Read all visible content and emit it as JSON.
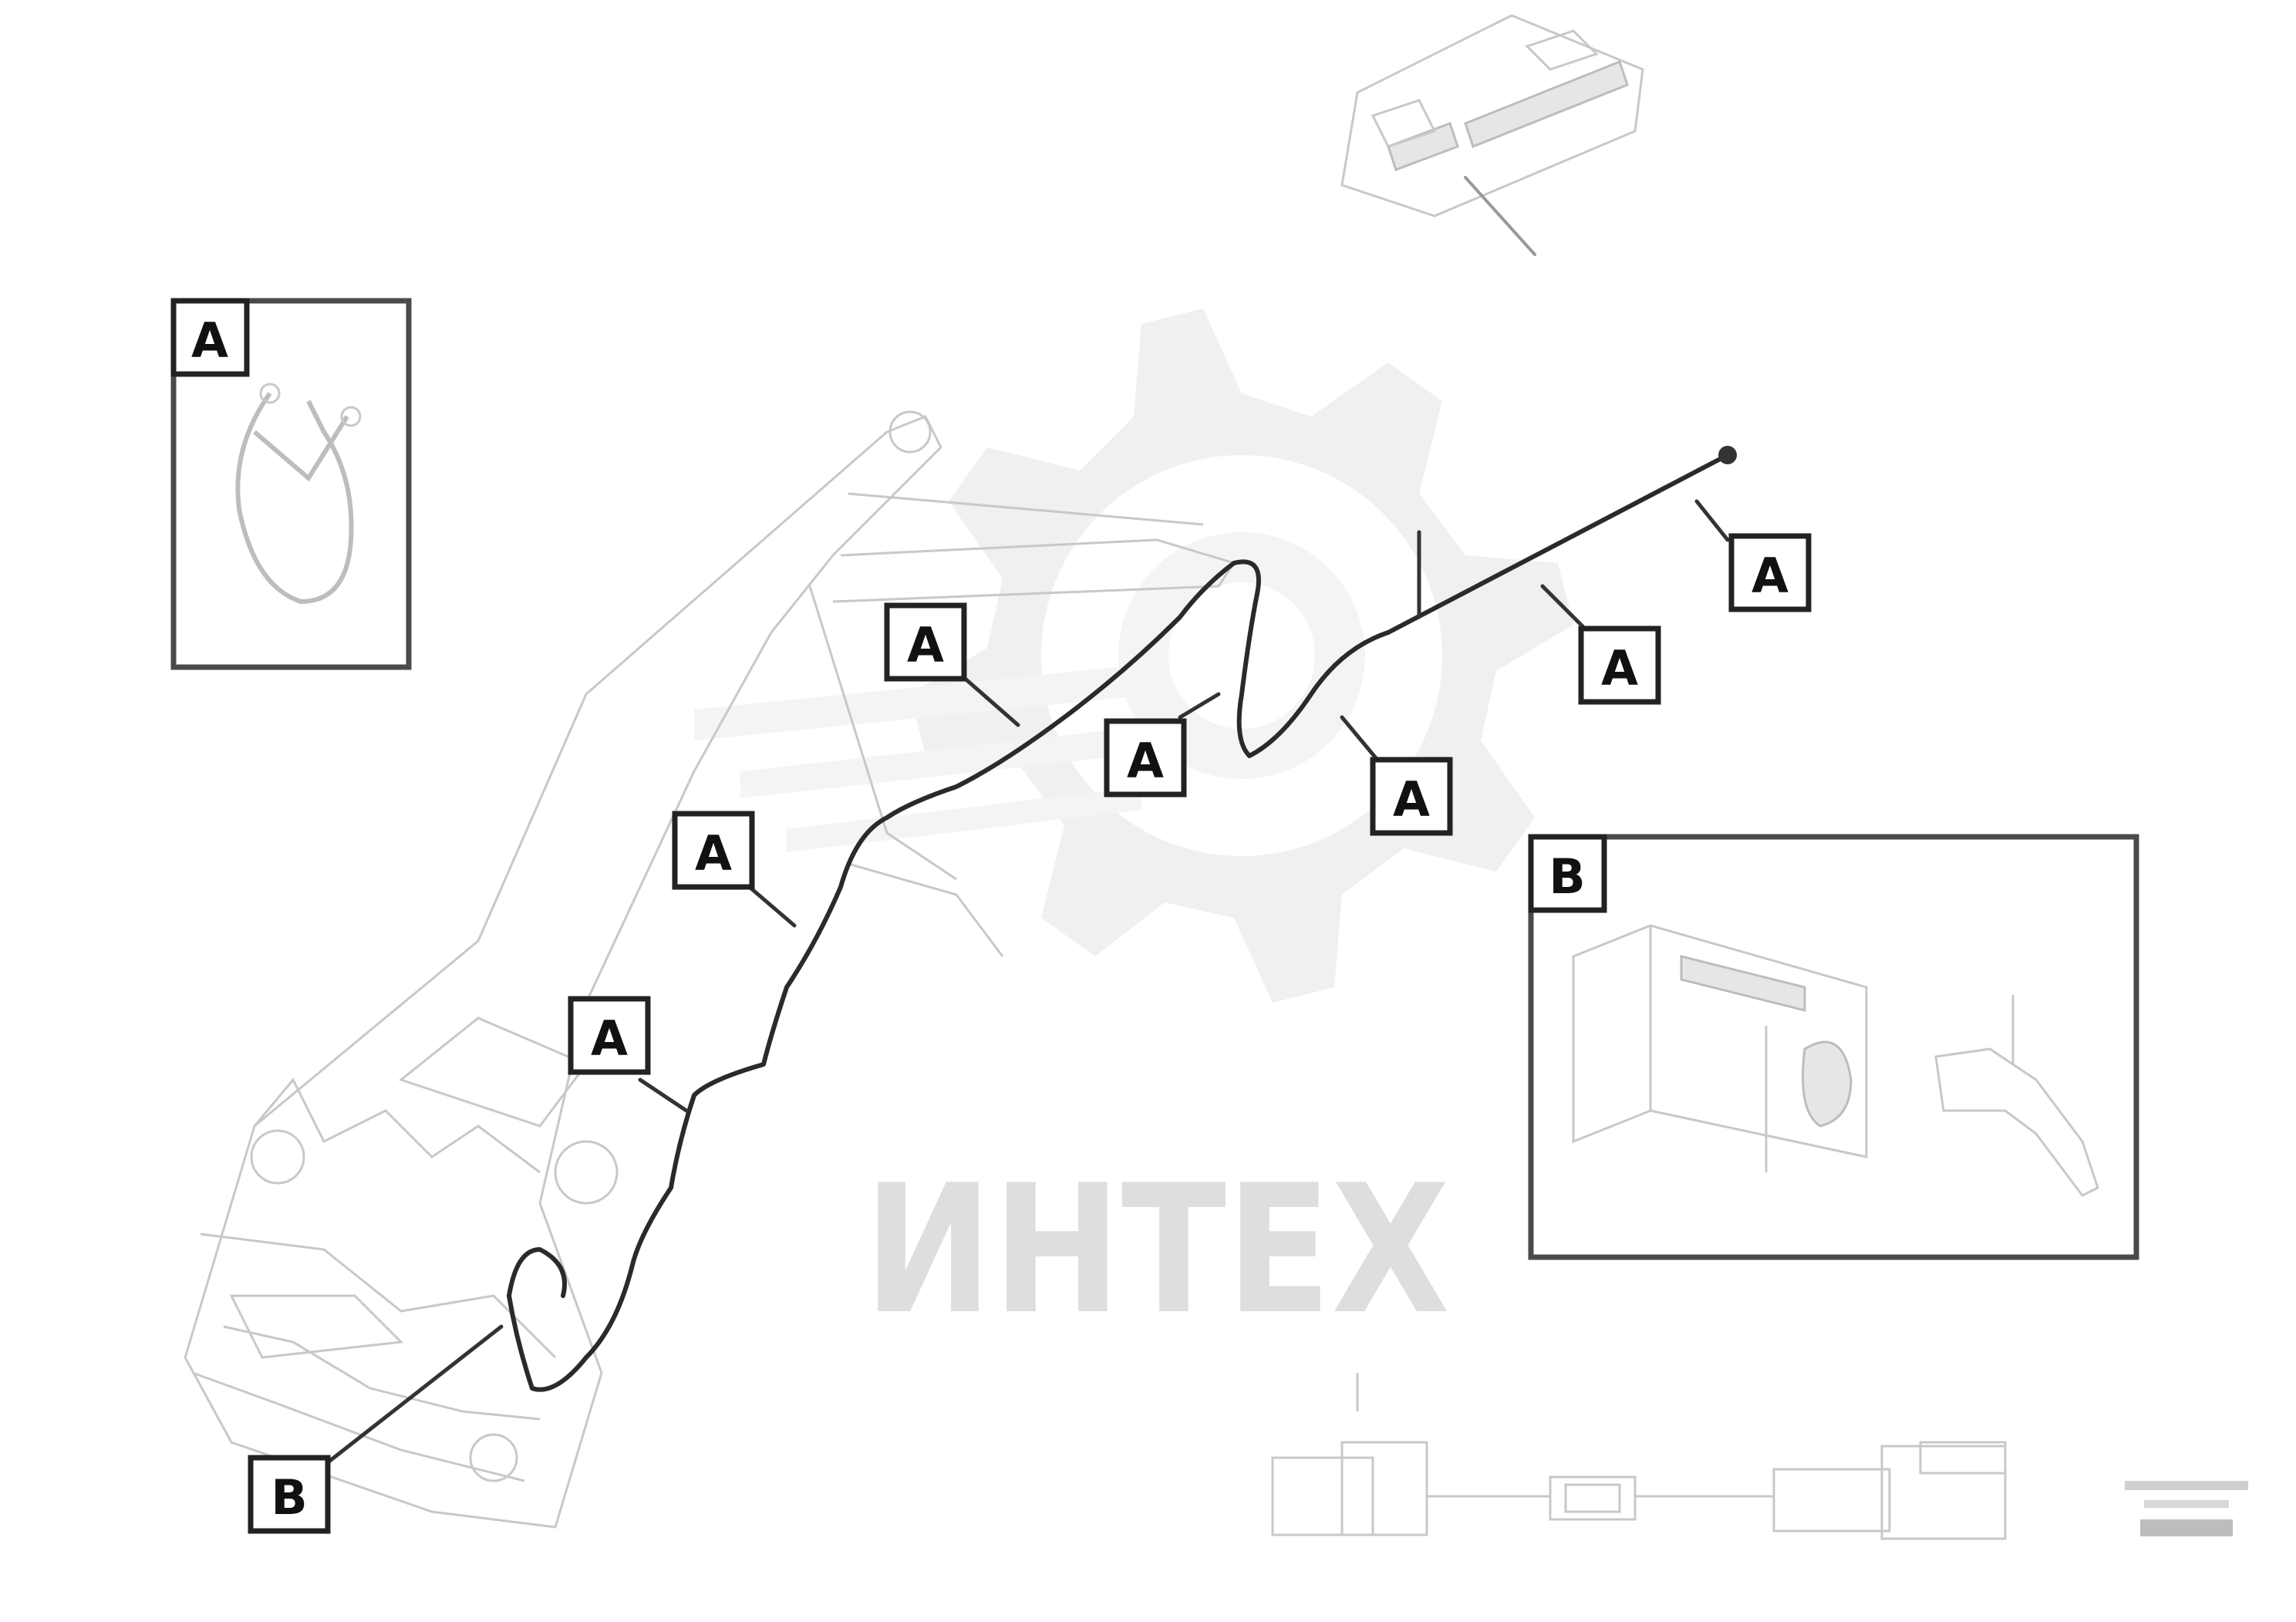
{
  "watermark": {
    "text": "ИНТЕХ",
    "color": "#e2e2e2"
  },
  "callouts": {
    "a": "A",
    "b": "B"
  },
  "insets": {
    "a_label": "A",
    "b_label": "B"
  },
  "colors": {
    "cable": "#2a2a2a",
    "outline": "#c8c8c8",
    "frame": "#4a4a4a"
  },
  "icons": {
    "watermark": "gear-icon"
  }
}
